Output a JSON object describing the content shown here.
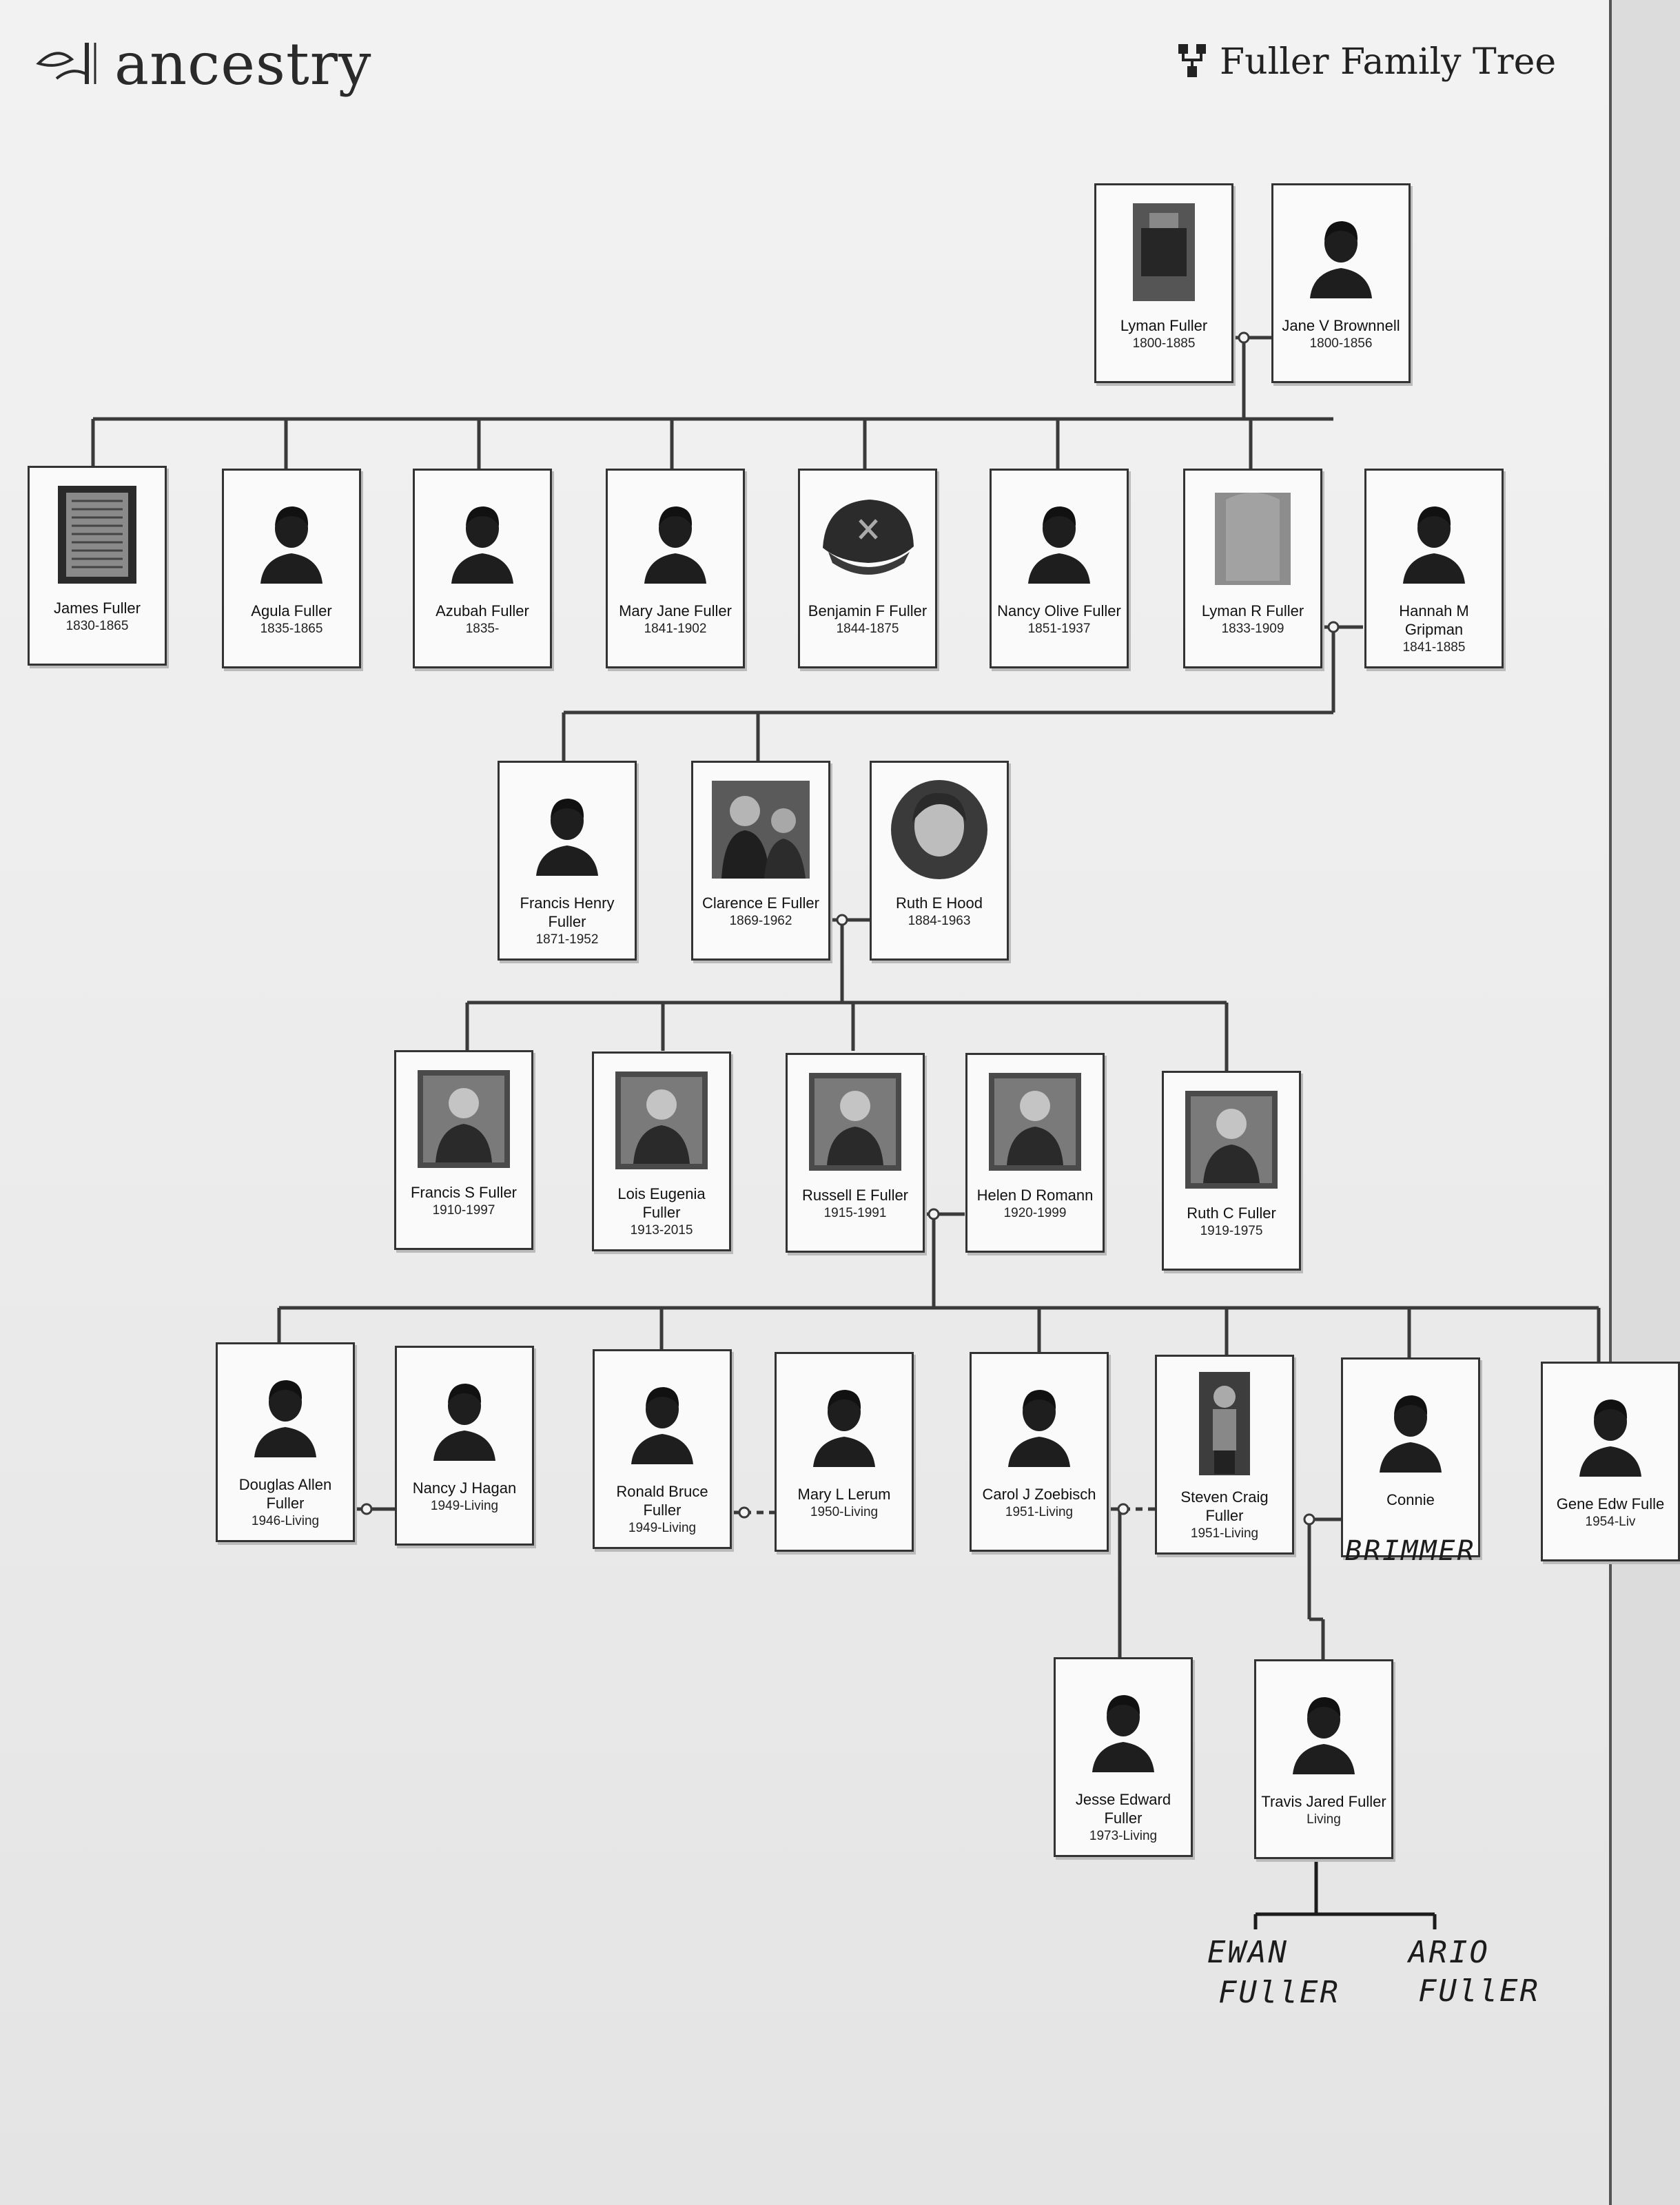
{
  "header": {
    "brand": "ancestry",
    "tree_title": "Fuller Family Tree",
    "brand_icon": "leaf-icon",
    "tree_icon": "pedigree-icon"
  },
  "people": {
    "lyman_fuller": {
      "name": "Lyman Fuller",
      "dates": "1800-1885",
      "photo": "building"
    },
    "jane_brownell": {
      "name": "Jane V Brownnell",
      "dates": "1800-1856",
      "photo": "silhouette"
    },
    "james": {
      "name": "James Fuller",
      "dates": "1830-1865",
      "photo": "document"
    },
    "agula": {
      "name": "Agula Fuller",
      "dates": "1835-1865",
      "photo": "silhouette"
    },
    "azubah": {
      "name": "Azubah Fuller",
      "dates": "1835-",
      "photo": "silhouette"
    },
    "mary_jane": {
      "name": "Mary Jane Fuller",
      "dates": "1841-1902",
      "photo": "silhouette"
    },
    "benjamin": {
      "name": "Benjamin F Fuller",
      "dates": "1844-1875",
      "photo": "cap"
    },
    "nancy_olive": {
      "name": "Nancy Olive Fuller",
      "dates": "1851-1937",
      "photo": "silhouette"
    },
    "lyman_r": {
      "name": "Lyman R Fuller",
      "dates": "1833-1909",
      "photo": "stone"
    },
    "hannah": {
      "name": "Hannah M Gripman",
      "dates": "1841-1885",
      "photo": "silhouette"
    },
    "francis_henry": {
      "name": "Francis Henry Fuller",
      "dates": "1871-1952",
      "photo": "silhouette"
    },
    "clarence": {
      "name": "Clarence E Fuller",
      "dates": "1869-1962",
      "photo": "portrait-pair"
    },
    "ruth_hood": {
      "name": "Ruth E Hood",
      "dates": "1884-1963",
      "photo": "portrait-oval"
    },
    "francis_s": {
      "name": "Francis S Fuller",
      "dates": "1910-1997",
      "photo": "portrait"
    },
    "lois": {
      "name": "Lois Eugenia Fuller",
      "dates": "1913-2015",
      "photo": "portrait"
    },
    "russell": {
      "name": "Russell E Fuller",
      "dates": "1915-1991",
      "photo": "portrait"
    },
    "helen": {
      "name": "Helen D Romann",
      "dates": "1920-1999",
      "photo": "portrait"
    },
    "ruth_c": {
      "name": "Ruth C Fuller",
      "dates": "1919-1975",
      "photo": "portrait"
    },
    "douglas": {
      "name": "Douglas Allen Fuller",
      "dates": "1946-Living",
      "photo": "silhouette"
    },
    "nancy_hagan": {
      "name": "Nancy J Hagan",
      "dates": "1949-Living",
      "photo": "silhouette"
    },
    "ronald": {
      "name": "Ronald Bruce Fuller",
      "dates": "1949-Living",
      "photo": "silhouette"
    },
    "mary_lerum": {
      "name": "Mary L Lerum",
      "dates": "1950-Living",
      "photo": "silhouette"
    },
    "carol": {
      "name": "Carol J Zoebisch",
      "dates": "1951-Living",
      "photo": "silhouette"
    },
    "steven": {
      "name": "Steven Craig Fuller",
      "dates": "1951-Living",
      "photo": "portrait-tall"
    },
    "connie": {
      "name": "Connie",
      "dates": "",
      "photo": "silhouette"
    },
    "gene": {
      "name": "Gene Edw Fulle",
      "dates": "1954-Liv",
      "photo": "silhouette"
    },
    "jesse": {
      "name": "Jesse Edward Fuller",
      "dates": "1973-Living",
      "photo": "silhouette"
    },
    "travis": {
      "name": "Travis Jared Fuller",
      "dates": "Living",
      "photo": "silhouette"
    }
  },
  "handwriting": {
    "connie_surname": "BRIMMER",
    "child1_first": "EWAN",
    "child1_last": "FUllER",
    "child2_first": "ARIO",
    "child2_last": "FUllER"
  },
  "colors": {
    "card_border": "#333333",
    "lines": "#3a3a3a",
    "paper": "#efefef"
  }
}
